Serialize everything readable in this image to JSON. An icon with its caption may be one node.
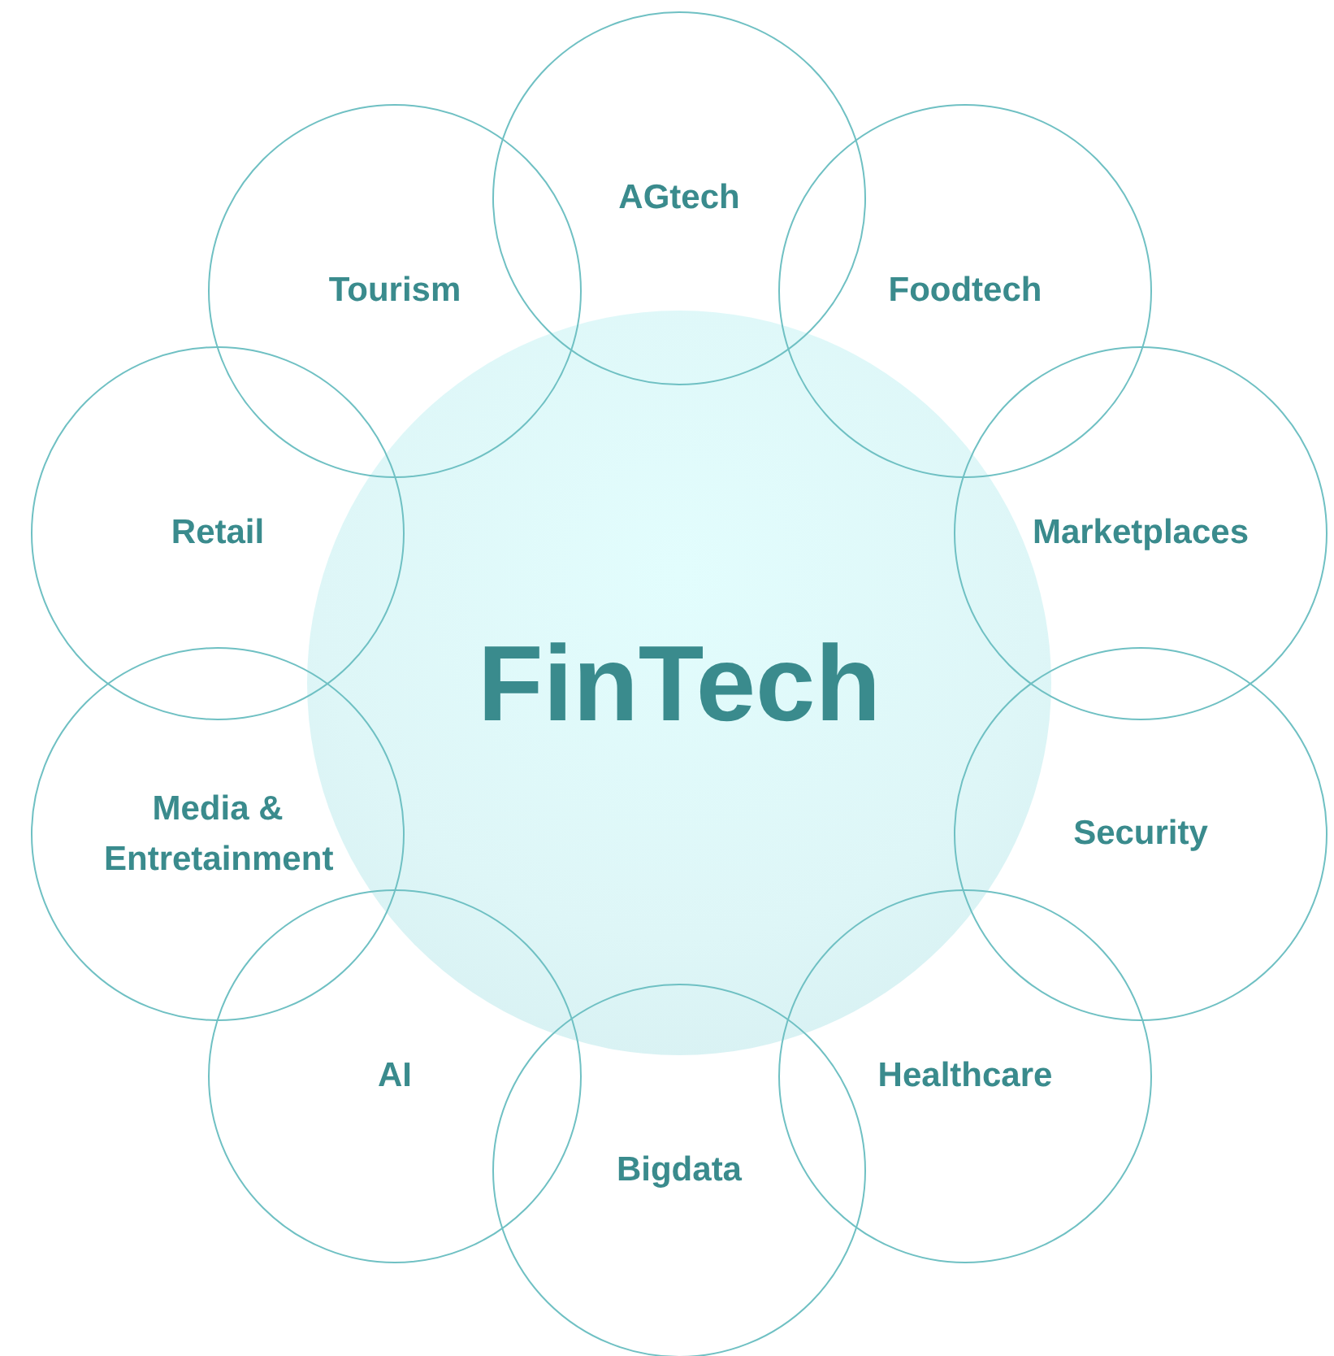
{
  "diagram": {
    "nodes": [
      {
        "text": [
          "FinTech"
        ]
      },
      {
        "text": [
          "AGtech"
        ]
      },
      {
        "text": [
          "Foodtech"
        ]
      },
      {
        "text": [
          "Marketplaces"
        ]
      },
      {
        "text": [
          "Security"
        ]
      },
      {
        "text": [
          "Healthcare"
        ]
      },
      {
        "text": [
          "Bigdata"
        ]
      },
      {
        "text": [
          "AI"
        ]
      },
      {
        "text": [
          "Media & Entretainment"
        ]
      },
      {
        "text": [
          "Retail"
        ]
      },
      {
        "text": [
          "Tourism"
        ]
      }
    ],
    "edges": []
  }
}
